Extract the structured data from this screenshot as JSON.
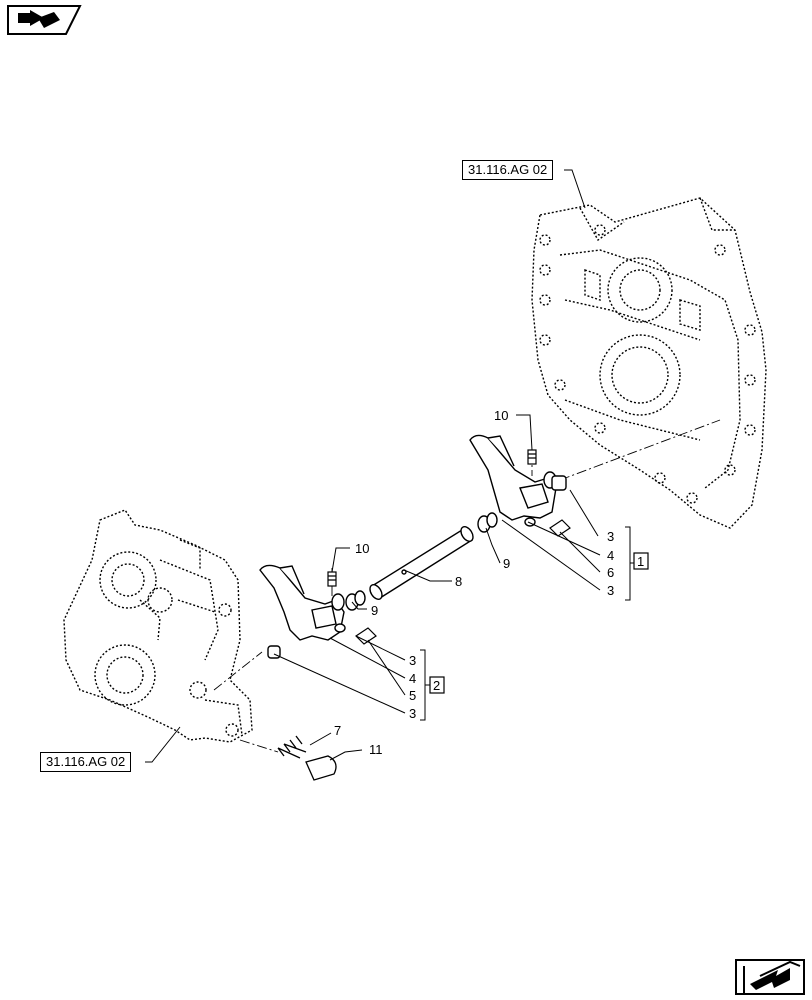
{
  "references": {
    "top_right": "31.116.AG 02",
    "bottom_left": "31.116.AG 02"
  },
  "callouts": {
    "c10_upper": "10",
    "c10_lower": "10",
    "c9_right": "9",
    "c9_left": "9",
    "c8": "8",
    "c7": "7",
    "c11": "11",
    "g1_3a": "3",
    "g1_4": "4",
    "g1_6": "6",
    "g1_3b": "3",
    "g2_3a": "3",
    "g2_4": "4",
    "g2_5": "5",
    "g2_3b": "3"
  },
  "groups": {
    "group1_label": "1",
    "group2_label": "2"
  },
  "icons": {
    "top_left": "previous-page-icon",
    "bottom_right": "next-page-icon"
  }
}
